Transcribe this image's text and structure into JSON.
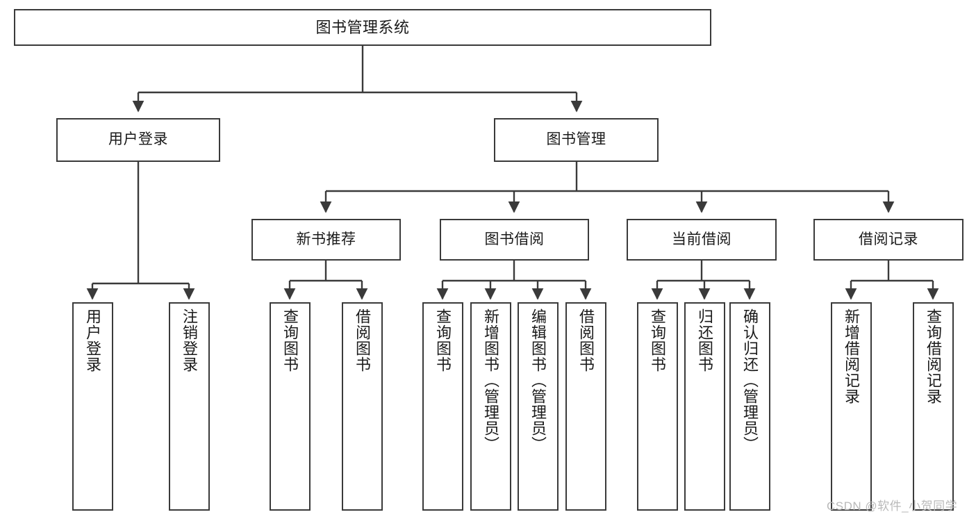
{
  "diagram": {
    "title": "图书管理系统",
    "type": "tree-hierarchy-chart",
    "root": {
      "label": "图书管理系统"
    },
    "level2": [
      {
        "label": "用户登录"
      },
      {
        "label": "图书管理"
      }
    ],
    "level3": [
      {
        "label": "新书推荐"
      },
      {
        "label": "图书借阅"
      },
      {
        "label": "当前借阅"
      },
      {
        "label": "借阅记录"
      }
    ],
    "leaves": {
      "user_login": [
        {
          "label": "用户登录"
        },
        {
          "label": "注销登录"
        }
      ],
      "new_book_recommend": [
        {
          "label": "查询图书"
        },
        {
          "label": "借阅图书"
        }
      ],
      "book_borrow": [
        {
          "label": "查询图书"
        },
        {
          "label": "新增图书（管理员）"
        },
        {
          "label": "编辑图书（管理员）"
        },
        {
          "label": "借阅图书"
        }
      ],
      "current_borrow": [
        {
          "label": "查询图书"
        },
        {
          "label": "归还图书"
        },
        {
          "label": "确认归还（管理员）"
        }
      ],
      "borrow_record": [
        {
          "label": "新增借阅记录"
        },
        {
          "label": "查询借阅记录"
        }
      ]
    }
  },
  "watermark": {
    "text": "CSDN @软件_小贺同学"
  },
  "colors": {
    "stroke": "#3a3a3a",
    "fill": "#ffffff",
    "text": "#1a1a1a",
    "watermark": "#b9b9b9"
  }
}
